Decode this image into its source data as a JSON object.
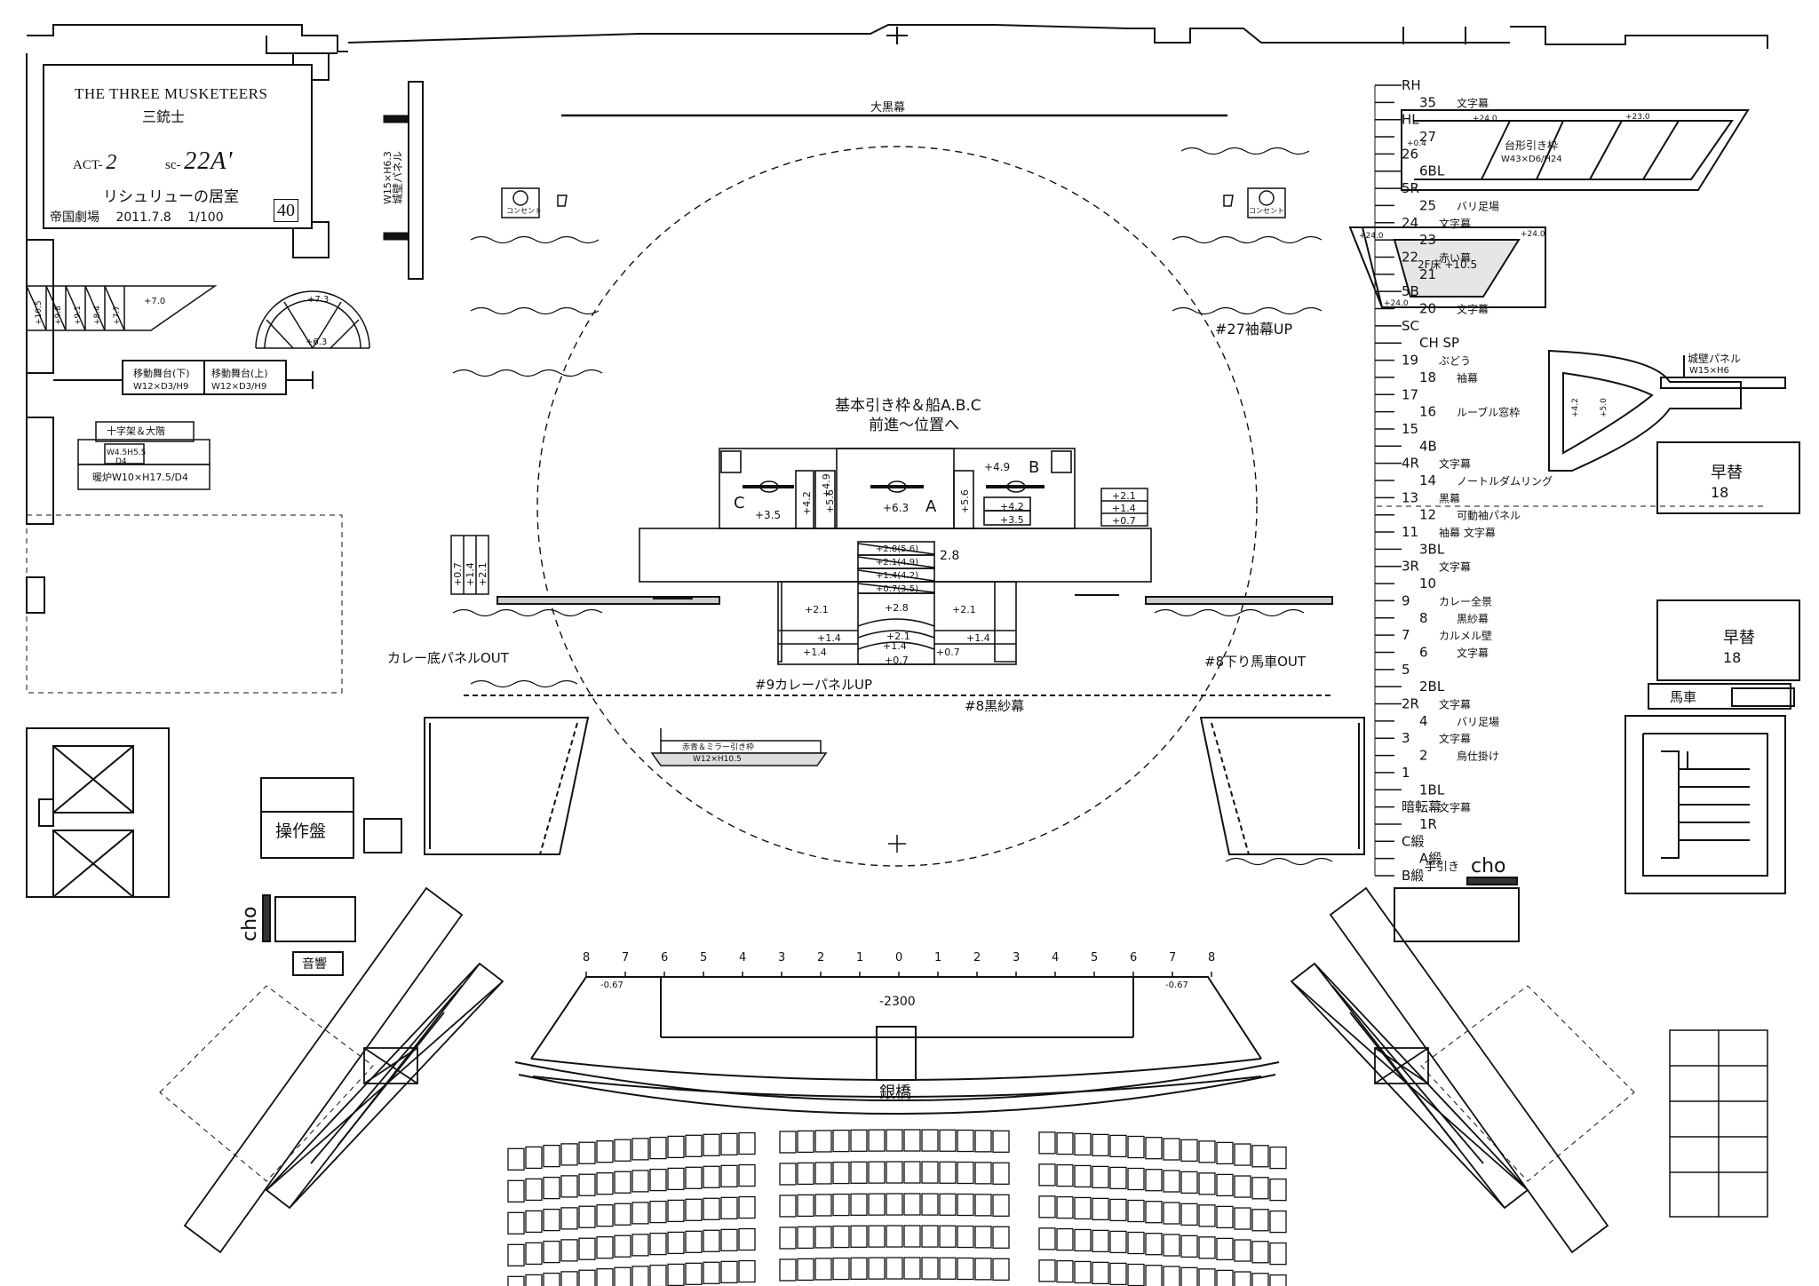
{
  "title_block": {
    "title": "THE THREE MUSKETEERS",
    "title_ja": "三銃士",
    "act_label": "ACT-",
    "act": "2",
    "scene_label": "sc-",
    "scene": "22A'",
    "room": "リシュリューの居室",
    "venue": "帝国劇場",
    "date": "2011.7.8",
    "scale": "1/100",
    "sheet": "40"
  },
  "labels": {
    "ookuromaku": "大黒幕",
    "castle_panel": "城壁パネル",
    "castle_panel_dims": "W15×H6.3",
    "raked_frame": "台形引き枠",
    "raked_frame_dims": "W43×D6/H24",
    "floor_2f": "2F床 +10.5",
    "sode_up": "#27袖幕UP",
    "main_units": "基本引き枠＆船A.B.C",
    "main_units_2": "前進～位置へ",
    "galley_out": "カレー底パネルOUT",
    "carriage_out": "#8下り馬車OUT",
    "panel_up": "#9カレーパネルUP",
    "gauze": "#8黒紗幕",
    "mirror_frame": "赤青＆ミラー引き枠",
    "mirror_frame_dims": "W12×H10.5",
    "mobile_low": "移動舞台(下)",
    "mobile_low_dims": "W12×D3/H9",
    "mobile_up": "移動舞台(上)",
    "mobile_up_dims": "W12×D3/H9",
    "cross": "十字架＆大階",
    "fireplace_1": "W4.5H5.5",
    "fireplace_2": "D4",
    "fireplace": "暖炉W10×H17.5/D4",
    "control": "操作盤",
    "sound": "音響",
    "cho_left": "cho",
    "cho_right": "cho",
    "hand_pull": "手引き",
    "ginkyo": "銀橋",
    "pit": "-2300",
    "pit_left": "-0.67",
    "pit_right": "-0.67",
    "carriage": "馬車",
    "quick_1": "早替",
    "quick_1b": "18",
    "quick_2": "早替",
    "quick_2b": "18",
    "castle_right": "城壁パネル",
    "castle_right_dims": "W15×H6",
    "concert_l": "コンセント",
    "concert_r": "コンセント",
    "ship_a": "A",
    "ship_b": "B",
    "ship_c": "C",
    "h_49": "+4.9",
    "h_63": "+6.3",
    "h_35": "+3.5",
    "h_42": "+4.2",
    "h_35b": "+3.5",
    "h_56a": "+5.6",
    "h_56b": "+5.6",
    "h_42b": "+4.2",
    "h_49b": "+4.9",
    "h_28": "2.8",
    "h_24a": "+24.0",
    "h_23": "+23.0",
    "h_04": "+0.4",
    "h_24b": "+24.0",
    "h_24c": "+24.0",
    "h_24d": "+24.0",
    "h_42c": "+4.2",
    "h_50": "+5.0",
    "h_70": "+7.0",
    "h_73": "+7.3",
    "h_63b": "+6.3"
  },
  "side_stairs": [
    "+0.7",
    "+1.4",
    "+2.1"
  ],
  "left_stairs": [
    "+0.7",
    "+1.4",
    "+2.1"
  ],
  "center_steps": [
    "+2.8(5.6)",
    "+2.1(4.9)",
    "+1.4(4.2)",
    "+0.7(3.5)"
  ],
  "lower_steps": [
    "+2.1",
    "+2.8",
    "+2.1",
    "+1.4",
    "+2.1",
    "+1.4",
    "+1.4",
    "+1.4",
    "+0.7",
    "+0.7"
  ],
  "stair_left": [
    "+10.5",
    "+9.8",
    "+9.1",
    "+8.4",
    "+7.7"
  ],
  "bridge_numbers": [
    "8",
    "7",
    "6",
    "5",
    "4",
    "3",
    "2",
    "1",
    "0",
    "1",
    "2",
    "3",
    "4",
    "5",
    "6",
    "7",
    "8"
  ],
  "fly_lines": [
    {
      "id": "RH",
      "name": ""
    },
    {
      "id": "35",
      "name": "文字幕"
    },
    {
      "id": "HL",
      "name": ""
    },
    {
      "id": "27",
      "name": ""
    },
    {
      "id": "26",
      "name": ""
    },
    {
      "id": "6BL",
      "name": ""
    },
    {
      "id": "5R",
      "name": ""
    },
    {
      "id": "25",
      "name": "バリ足場"
    },
    {
      "id": "24",
      "name": "文字幕"
    },
    {
      "id": "23",
      "name": ""
    },
    {
      "id": "22",
      "name": "赤い幕"
    },
    {
      "id": "21",
      "name": ""
    },
    {
      "id": "5B",
      "name": ""
    },
    {
      "id": "20",
      "name": "文字幕"
    },
    {
      "id": "SC",
      "name": ""
    },
    {
      "id": "CH SP",
      "name": ""
    },
    {
      "id": "19",
      "name": "ぶどう"
    },
    {
      "id": "18",
      "name": "袖幕"
    },
    {
      "id": "17",
      "name": ""
    },
    {
      "id": "16",
      "name": "ルーブル窓枠"
    },
    {
      "id": "15",
      "name": ""
    },
    {
      "id": "4B",
      "name": ""
    },
    {
      "id": "4R",
      "name": "文字幕"
    },
    {
      "id": "14",
      "name": "ノートルダムリング"
    },
    {
      "id": "13",
      "name": "黒幕"
    },
    {
      "id": "12",
      "name": "可動袖パネル"
    },
    {
      "id": "11",
      "name": "袖幕 文字幕"
    },
    {
      "id": "3BL",
      "name": ""
    },
    {
      "id": "3R",
      "name": "文字幕"
    },
    {
      "id": "10",
      "name": ""
    },
    {
      "id": "9",
      "name": "カレー全景"
    },
    {
      "id": "8",
      "name": "黒紗幕"
    },
    {
      "id": "7",
      "name": "カルメル壁"
    },
    {
      "id": "6",
      "name": "文字幕"
    },
    {
      "id": "5",
      "name": ""
    },
    {
      "id": "2BL",
      "name": ""
    },
    {
      "id": "2R",
      "name": "文字幕"
    },
    {
      "id": "4",
      "name": "バリ足場"
    },
    {
      "id": "3",
      "name": "文字幕"
    },
    {
      "id": "2",
      "name": "鳥仕掛け"
    },
    {
      "id": "1",
      "name": ""
    },
    {
      "id": "1BL",
      "name": ""
    },
    {
      "id": "暗転幕",
      "name": "文字幕"
    },
    {
      "id": "1R",
      "name": ""
    },
    {
      "id": "C緞",
      "name": ""
    },
    {
      "id": "A緞",
      "name": ""
    },
    {
      "id": "B緞",
      "name": ""
    }
  ],
  "seat_rows": 6
}
